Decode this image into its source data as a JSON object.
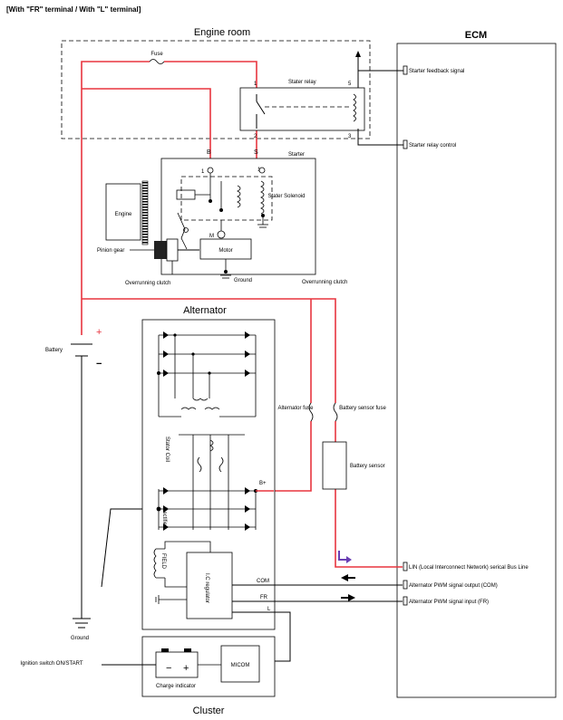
{
  "header": "[With \"FR\" terminal / With \"L\" terminal]",
  "engine_room": {
    "title": "Engine room",
    "fuse_label": "Fuse"
  },
  "ecm": {
    "title": "ECM",
    "signals": {
      "starter_feedback": "Starter feedback signal",
      "starter_relay_control": "Starter relay control",
      "lin": "LIN (Local Interconnect Network) serical Bus Line",
      "pwm_output": "Alternator PWM signal output (COM)",
      "pwm_input": "Alternator PWM signal input (FR)"
    }
  },
  "starter_relay": {
    "label": "Stater relay",
    "pins": [
      "1",
      "2",
      "3",
      "5"
    ]
  },
  "starter": {
    "title": "Starter",
    "terminal_b": "B",
    "terminal_s": "S",
    "pin_1a": "1",
    "pin_1b": "1",
    "solenoid": "Stater Solenoid",
    "engine": "Engine",
    "pinion_gear": "Pinion gear",
    "overrunning_clutch": "Overrunning clutch",
    "overrunning_clutch_right": "Overrunning clutch",
    "m_label": "M",
    "motor": "Motor",
    "ground": "Ground"
  },
  "battery": {
    "label": "Battery",
    "plus": "+",
    "minus": "−",
    "ground": "Ground"
  },
  "alternator": {
    "title": "Alternator",
    "stator_coil": "Stator Coil",
    "rectifier": "Rectifier",
    "b_plus": "B+",
    "field": "FIELD",
    "ic_regulator": "I.C regulator",
    "com": "COM",
    "fr": "FR",
    "l": "L"
  },
  "fuses": {
    "alternator": "Alternator fuse",
    "battery_sensor": "Battery sensor fuse"
  },
  "battery_sensor": "Battery sensor",
  "cluster": {
    "title": "Cluster",
    "ignition": "Ignition switch ON/START",
    "charge_indicator": "Charge indicator",
    "micom": "MICOM"
  },
  "colors": {
    "power_wire": "#e8353f",
    "lin_arrow": "#6a3fb4",
    "line": "#000000"
  }
}
